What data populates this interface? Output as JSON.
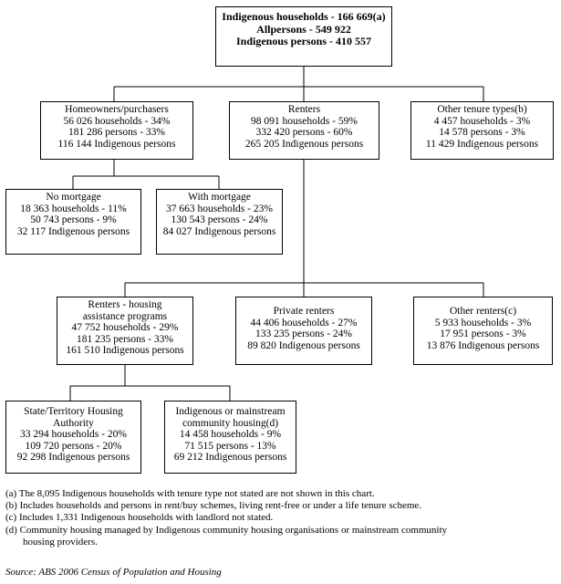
{
  "nodes": {
    "root": {
      "lines": [
        "Indigenous households - 166 669(a)",
        "Allpersons - 549 922",
        "Indigenous persons - 410 557"
      ]
    },
    "owners": {
      "lines": [
        "Homeowners/purchasers",
        "56 026 households - 34%",
        "181 286 persons - 33%",
        "116 144 Indigenous persons"
      ]
    },
    "renters": {
      "lines": [
        "Renters",
        "98 091 households - 59%",
        "332 420 persons - 60%",
        "265 205 Indigenous persons"
      ]
    },
    "other_tenure": {
      "lines": [
        "Other tenure types(b)",
        "4 457 households - 3%",
        "14 578 persons - 3%",
        "11 429 Indigenous persons"
      ]
    },
    "no_mortgage": {
      "lines": [
        "No mortgage",
        "18 363 households - 11%",
        "50 743 persons - 9%",
        "32 117 Indigenous persons"
      ]
    },
    "with_mortgage": {
      "lines": [
        "With mortgage",
        "37 663 households - 23%",
        "130 543 persons - 24%",
        "84 027 Indigenous persons"
      ]
    },
    "housing_assist": {
      "lines": [
        "Renters - housing",
        "assistance programs",
        "47 752 households - 29%",
        "181 235 persons - 33%",
        "161 510 Indigenous persons"
      ]
    },
    "private": {
      "lines": [
        "Private renters",
        "44 406 households - 27%",
        "133 235 persons - 24%",
        "89 820 Indigenous persons"
      ]
    },
    "other_renters": {
      "lines": [
        "Other renters(c)",
        "5 933 households - 3%",
        "17 951 persons - 3%",
        "13 876 Indigenous persons"
      ]
    },
    "state_housing": {
      "lines": [
        "State/Territory Housing",
        "Authority",
        "33 294 households - 20%",
        "109 720 persons - 20%",
        "92 298 Indigenous persons"
      ]
    },
    "community": {
      "lines": [
        "Indigenous or mainstream",
        "community housing(d)",
        "14 458 households - 9%",
        "71 515 persons - 13%",
        "69 212 Indigenous persons"
      ]
    }
  },
  "footnotes": [
    {
      "text": "(a) The 8,095 Indigenous households with tenure type not stated are not shown in this chart."
    },
    {
      "text": "(b) Includes households and persons in rent/buy schemes, living rent-free or under a life tenure scheme."
    },
    {
      "text": "(c) Includes 1,331 Indigenous households with landlord not stated."
    },
    {
      "text": "(d) Community housing managed by Indigenous community housing organisations or mainstream community",
      "cont": "housing providers."
    }
  ],
  "source": "Source: ABS 2006 Census of Population and Housing"
}
